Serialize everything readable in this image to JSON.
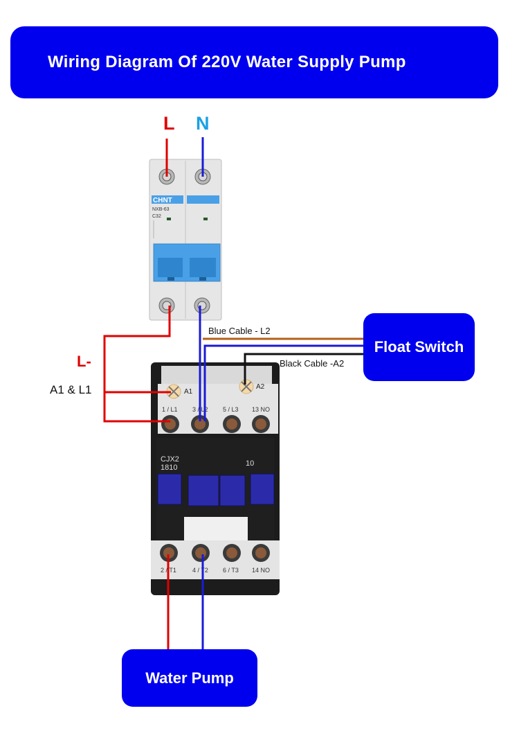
{
  "title": "Wiring Diagram Of 220V Water Supply Pump",
  "terminals": {
    "live": "L",
    "neutral": "N",
    "live_minus": "L-",
    "a1_l1": "A1 & L1"
  },
  "breaker": {
    "brand": "CHNT",
    "model": "NXB-63",
    "rating": "C32"
  },
  "cables": {
    "blue_cable": "Blue Cable - L2",
    "black_cable": "Black Cable -A2"
  },
  "float_switch": "Float Switch",
  "water_pump": "Water Pump",
  "contactor": {
    "model": "CJX2",
    "code": "1810",
    "aux_rating": "10",
    "coil_a1": "A1",
    "coil_a2": "A2",
    "top_labels": [
      "1 / L1",
      "3 / L2",
      "5 / L3",
      "13 NO"
    ],
    "bottom_labels": [
      "2 / T1",
      "4 / T2",
      "6 / T3",
      "14 NO"
    ]
  },
  "colors": {
    "banner": "#0000ee",
    "live_wire": "#e00000",
    "neutral_wire": "#1a1ad6",
    "neutral_text": "#1aa0e6",
    "brown_wire": "#b0601a",
    "black_wire": "#111111",
    "breaker_blue": "#4aa0e6",
    "contactor_body": "#1c1c1c"
  }
}
